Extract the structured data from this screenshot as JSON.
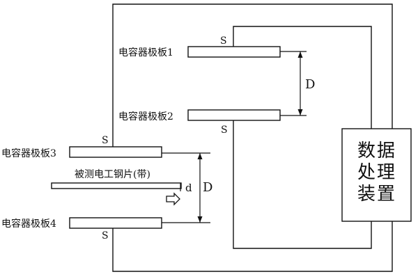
{
  "labels": {
    "plate1": "电容器极板1",
    "plate2": "电容器极板2",
    "plate3": "电容器极板3",
    "plate4": "电容器极板4",
    "s1": "S",
    "s2": "S",
    "s3": "S",
    "s4": "S",
    "d_upper": "D",
    "d_lower": "D",
    "d_small": "d",
    "strip": "被测电工钢片(带)",
    "processor_line1": "数据",
    "processor_line2": "处理",
    "processor_line3": "装置"
  },
  "colors": {
    "stroke": "#111111",
    "background": "#ffffff"
  },
  "icons": {
    "arrow": "hollow-right-arrow"
  }
}
